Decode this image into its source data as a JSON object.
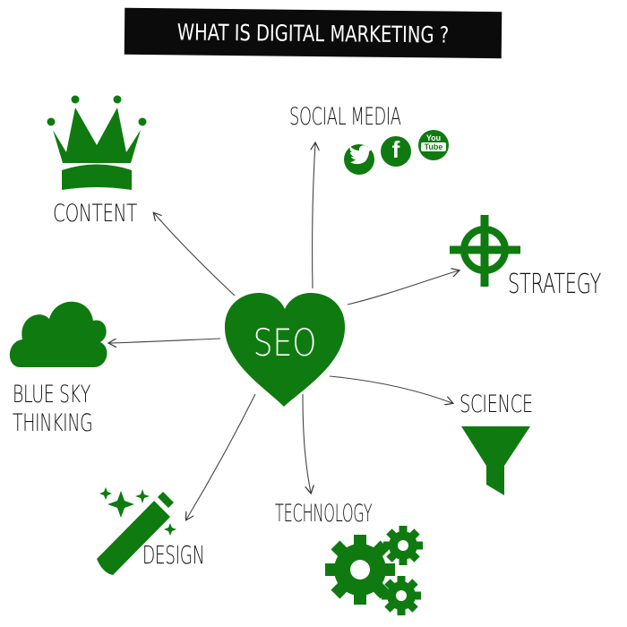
{
  "title": "WHAT IS DIGITAL MARKETING ?",
  "center": {
    "label": "SEO"
  },
  "nodes": {
    "content": "CONTENT",
    "social_media": "SOCIAL MEDIA",
    "strategy": "STRATEGY",
    "blue_sky_line1": "BLUE SKY",
    "blue_sky_line2": "THINKING",
    "science": "SCIENCE",
    "design": "DESIGN",
    "technology": "TECHNOLOGY"
  },
  "social_icons": {
    "twitter": "twitter-icon",
    "facebook": "f",
    "youtube_line1": "You",
    "youtube_line2": "Tube"
  },
  "colors": {
    "accent_green": "#0f7a10",
    "title_bg": "#0b0b0b",
    "title_text": "#ffffff",
    "ink": "#111111"
  }
}
